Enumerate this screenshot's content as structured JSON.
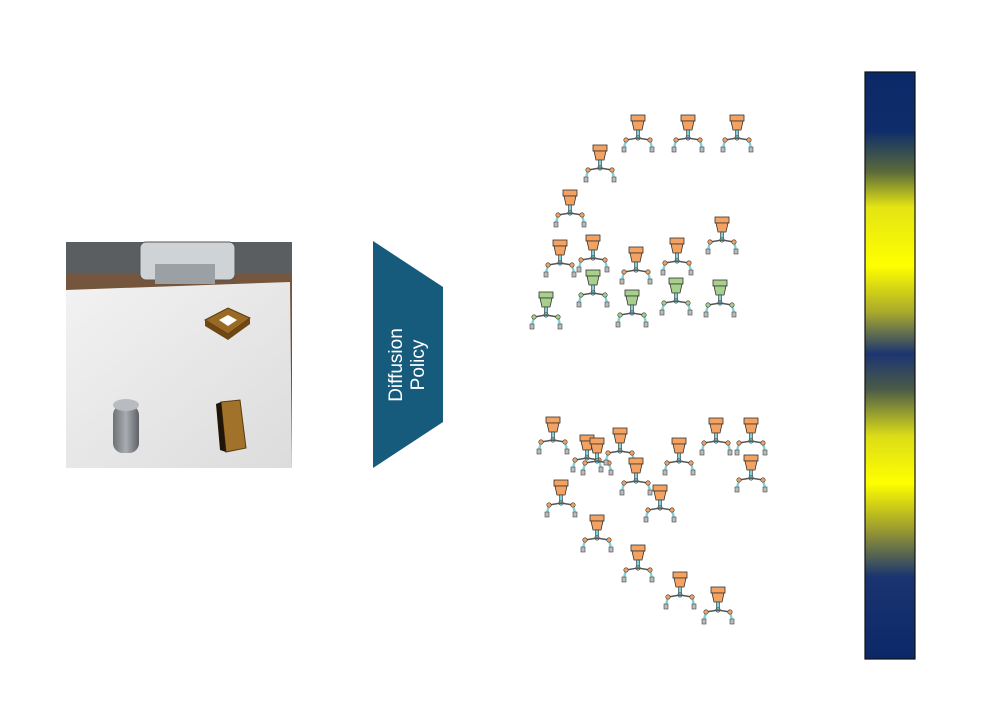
{
  "policy": {
    "label_line1": "Diffusion",
    "label_line2": "Policy",
    "color": "#165a7c"
  },
  "gripper_colors": {
    "sampled": "#f4a261",
    "highlighted": "#a8d08d",
    "joint": "#7fd0d8"
  },
  "colorbar": {
    "stops": [
      "#0b2a6b",
      "#1f3f70",
      "#8a8a30",
      "#ffff00",
      "#8a8a30",
      "#1f3f70",
      "#0b2a6b"
    ]
  },
  "icons": {
    "scene": "robot-tabletop-scene-icon",
    "gripper": "robot-gripper-icon",
    "colorbar": "colorbar-gradient"
  }
}
